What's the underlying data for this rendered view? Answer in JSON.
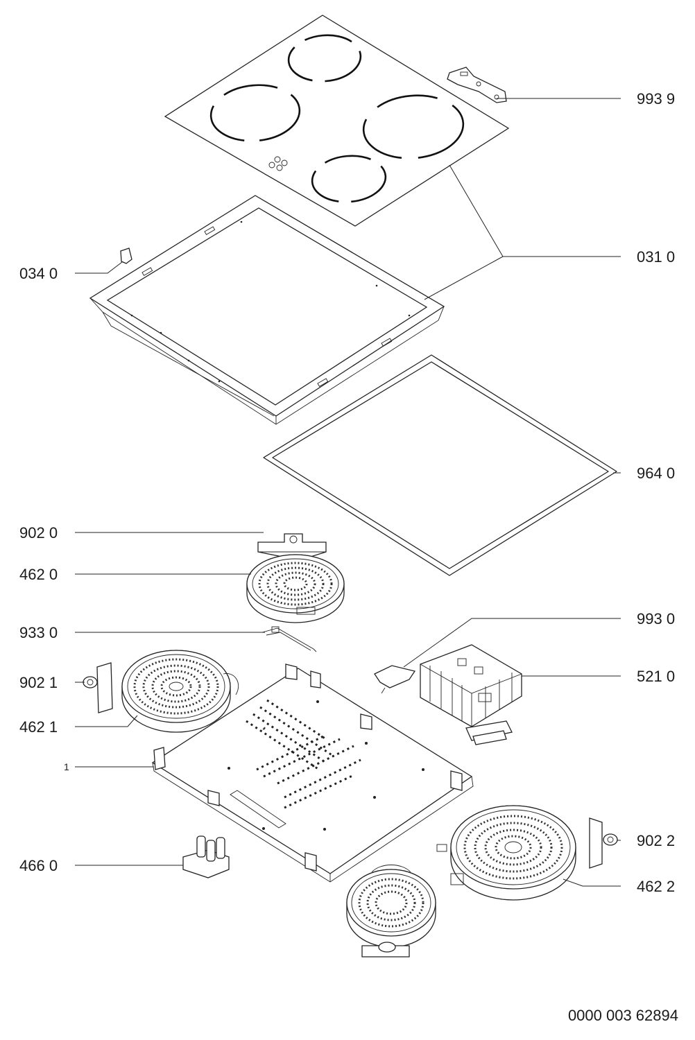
{
  "labels": {
    "p9939": "993 9",
    "p0310": "031 0",
    "p0340": "034 0",
    "p9640": "964 0",
    "p9020": "902 0",
    "p4620": "462 0",
    "p9330": "933 0",
    "p9930": "993 0",
    "p9021": "902 1",
    "p5210": "521 0",
    "p4621": "462 1",
    "p1": "1",
    "p9022": "902 2",
    "p4660": "466 0",
    "p4622": "462 2"
  },
  "drawing_number": "0000 003 62894"
}
